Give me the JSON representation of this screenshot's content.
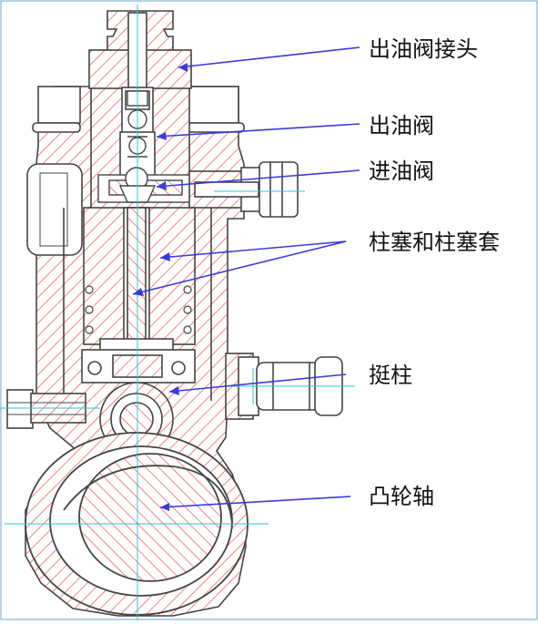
{
  "labels": {
    "outlet_valve_connector": "出油阀接头",
    "outlet_valve": "出油阀",
    "inlet_valve": "进油阀",
    "plunger_and_barrel": "柱塞和柱塞套",
    "tappet": "挺柱",
    "camshaft": "凸轮轴"
  },
  "colors": {
    "hatch": "#e8534f",
    "outline": "#444444",
    "leader": "#3a3adf",
    "centerline": "#33c1d8",
    "background": "#ffffff"
  }
}
